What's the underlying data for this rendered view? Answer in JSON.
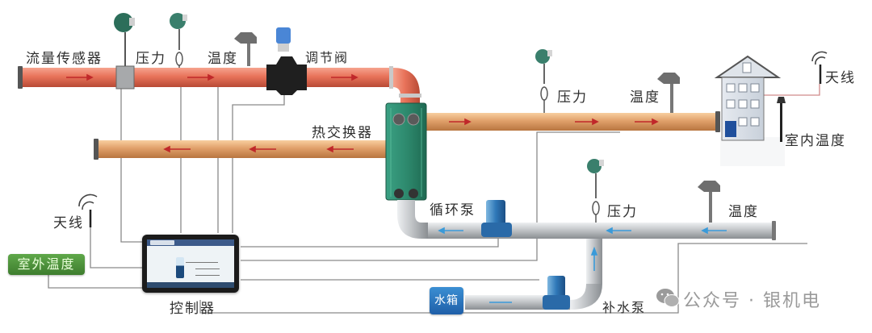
{
  "diagram": {
    "title": "",
    "components": {
      "flow_sensor": "流量传感器",
      "pressure_top": "压力",
      "temp_top": "温度",
      "control_valve": "调节阀",
      "heat_exchanger": "热交换器",
      "pressure_supply": "压力",
      "temp_supply": "温度",
      "antenna_right": "天线",
      "indoor_temp": "室内温度",
      "antenna_left": "天线",
      "outdoor_temp": "室外温度",
      "controller": "控制器",
      "circulation_pump": "循环泵",
      "pressure_return": "压力",
      "temp_return": "温度",
      "water_tank": "水箱",
      "makeup_pump": "补水泵"
    },
    "watermark": "公众号 · 银机电",
    "colors": {
      "hot_pipe": "#e8735a",
      "warm_pipe": "#e0a06a",
      "cold_pipe": "#b9bcbf",
      "heat_exchanger": "#2e8a6e",
      "flow_arrow_hot": "#c0282a",
      "flow_arrow_cold": "#3a9ad9",
      "signal_line": "#8a8a8a",
      "outdoor_badge": "#4a9038",
      "tank_badge": "#2a72bd"
    },
    "flow": {
      "primary_supply": "right",
      "primary_return": "left",
      "secondary_supply": "right",
      "secondary_return": "left",
      "makeup_line": "up"
    }
  }
}
